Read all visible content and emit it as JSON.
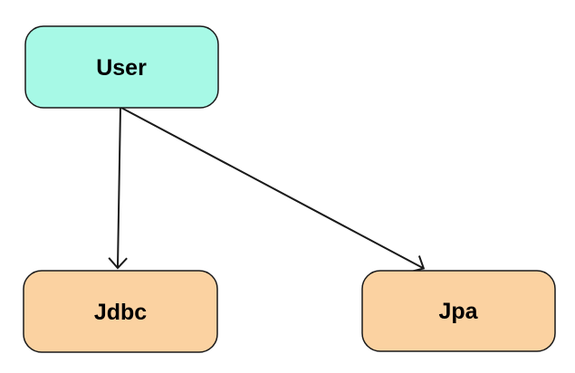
{
  "diagram": {
    "title": "",
    "background_color": "#ffffff",
    "border_color": "#1a1a1a",
    "arrow_color": "#1a1a1a",
    "nodes": [
      {
        "id": "user",
        "label": "User",
        "fill": "#a7f9e6",
        "shape": "rounded-rectangle"
      },
      {
        "id": "jdbc",
        "label": "Jdbc",
        "fill": "#fbd2a1",
        "shape": "rounded-rectangle"
      },
      {
        "id": "jpa",
        "label": "Jpa",
        "fill": "#fbd2a1",
        "shape": "rounded-rectangle"
      }
    ],
    "edges": [
      {
        "from": "User",
        "to": "Jdbc",
        "label": "",
        "style": "solid-arrow"
      },
      {
        "from": "User",
        "to": "Jpa",
        "label": "",
        "style": "solid-arrow"
      }
    ]
  }
}
